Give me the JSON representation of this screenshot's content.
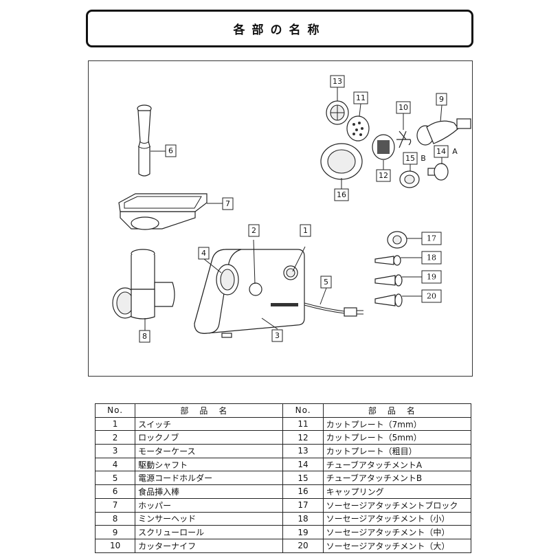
{
  "title": "各部の名称",
  "diagram": {
    "callouts": [
      {
        "id": "1",
        "text": "1"
      },
      {
        "id": "2",
        "text": "2"
      },
      {
        "id": "3",
        "text": "3"
      },
      {
        "id": "4",
        "text": "4"
      },
      {
        "id": "5",
        "text": "5"
      },
      {
        "id": "6",
        "text": "6"
      },
      {
        "id": "7",
        "text": "7"
      },
      {
        "id": "8",
        "text": "8"
      },
      {
        "id": "9",
        "text": "9"
      },
      {
        "id": "10",
        "text": "10"
      },
      {
        "id": "11",
        "text": "11"
      },
      {
        "id": "12",
        "text": "12"
      },
      {
        "id": "13",
        "text": "13"
      },
      {
        "id": "14A",
        "text": "14",
        "suffix": "A"
      },
      {
        "id": "15B",
        "text": "15",
        "suffix": "B"
      },
      {
        "id": "16",
        "text": "16"
      },
      {
        "id": "17",
        "text": "17"
      },
      {
        "id": "18",
        "text": "18"
      },
      {
        "id": "19",
        "text": "19"
      },
      {
        "id": "20",
        "text": "20"
      }
    ]
  },
  "table": {
    "headers": [
      "No.",
      "部品名",
      "No.",
      "部品名"
    ],
    "rows": [
      {
        "no1": "1",
        "name1": "スイッチ",
        "no2": "11",
        "name2": "カットプレート（7mm）"
      },
      {
        "no1": "2",
        "name1": "ロックノブ",
        "no2": "12",
        "name2": "カットプレート（5mm）"
      },
      {
        "no1": "3",
        "name1": "モーターケース",
        "no2": "13",
        "name2": "カットプレート（粗目）"
      },
      {
        "no1": "4",
        "name1": "駆動シャフト",
        "no2": "14",
        "name2": "チューブアタッチメントA"
      },
      {
        "no1": "5",
        "name1": "電源コードホルダー",
        "no2": "15",
        "name2": "チューブアタッチメントB"
      },
      {
        "no1": "6",
        "name1": "食品挿入棒",
        "no2": "16",
        "name2": "キャップリング"
      },
      {
        "no1": "7",
        "name1": "ホッパー",
        "no2": "17",
        "name2": "ソーセージアタッチメントブロック"
      },
      {
        "no1": "8",
        "name1": "ミンサーヘッド",
        "no2": "18",
        "name2": "ソーセージアタッチメント（小）"
      },
      {
        "no1": "9",
        "name1": "スクリューロール",
        "no2": "19",
        "name2": "ソーセージアタッチメント（中）"
      },
      {
        "no1": "10",
        "name1": "カッターナイフ",
        "no2": "20",
        "name2": "ソーセージアタッチメント（大）"
      }
    ]
  }
}
